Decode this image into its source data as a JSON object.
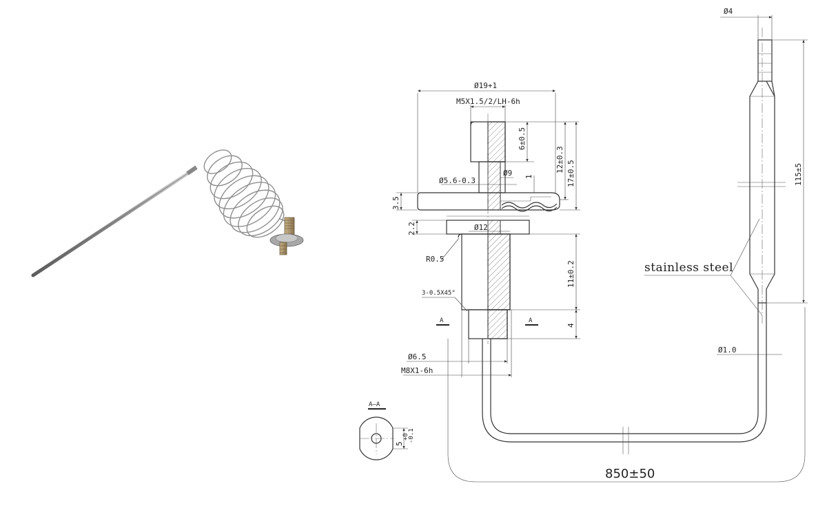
{
  "colors": {
    "line": "#333333",
    "photo_metal": "#9a9a9a",
    "photo_brass": "#b59a6e"
  },
  "dimensions": {
    "dia_19": "Ø19+1",
    "thread_m5": "M5X1.5/2/LH-6h",
    "h_6": "6±0.5",
    "h_12": "12±0.3",
    "h_17": "17±0.5",
    "dia_9": "Ø9",
    "dia_5_6": "Ø5.6-0.3",
    "h_1": "1",
    "h_3_5": "3.5",
    "h_2_2": "2.2",
    "dia_12": "Ø12",
    "r_0_5": "R0.5",
    "h_11": "11±0.2",
    "chamfer": "3-0.5X45°",
    "h_4": "4",
    "dia_6_5": "Ø6.5",
    "thread_m8": "M8X1-6h",
    "section_mark": "A",
    "section_title": "A—A",
    "flat_5": "5",
    "flat_tol_top": "+0",
    "flat_tol_bot": "-0.1",
    "dia_4": "Ø4",
    "len_115": "115±5",
    "dia_1": "Ø1.0",
    "capillary_len": "850±50"
  },
  "material_note": "stainless steel"
}
